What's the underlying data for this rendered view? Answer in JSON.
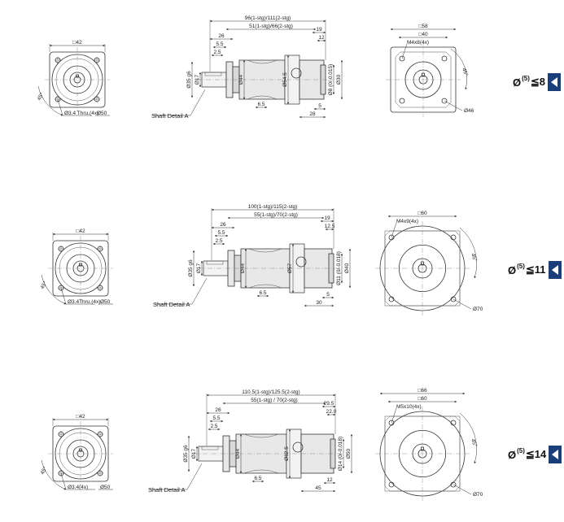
{
  "rows": [
    {
      "flange_sq": "□42",
      "hole_dia": "Ø3.4 Thru.(4x)",
      "bcd": "Ø50",
      "angle45": "45°",
      "len_total": "96(1-stg)/111(2-stg)",
      "len_body": "51(1-stg)/66(2-stg)",
      "d26": "26",
      "d55": "5.5",
      "d25": "2.5",
      "d44": "Ø44",
      "d_out": "Ø54.5",
      "d19": "19",
      "d12": "12",
      "d_pilot": "Ø8 (0/-0.015)",
      "d_bore": "Ø30",
      "d_shaft": "Ø35 g6",
      "d17": "Ø17",
      "d65": "6.5",
      "d5": "5",
      "d_end": "28",
      "shaft_detail": "Shaft Detail A",
      "out_sq_outer": "□58",
      "out_sq_inner": "□40",
      "out_tap": "M4x8(4x)",
      "out_angle": "45°",
      "out_bcd": "Ø46",
      "mark_label": "Ø",
      "mark_sup": "(5)",
      "mark_value": "≦8"
    },
    {
      "flange_sq": "□42",
      "hole_dia": "Ø3.4Thru.(4x)",
      "bcd": "Ø50",
      "angle45": "45°",
      "len_total": "100(1-stg)/115(2-stg)",
      "len_body": "55(1-stg)/70(2-stg)",
      "d26": "26",
      "d55": "5.5",
      "d25": "2.5",
      "d44": "Ø44",
      "d_out": "Ø57",
      "d19": "19",
      "d12": "12.5",
      "d_pilot": "Ø11 (0/-0.018)",
      "d_bore": "Ø40",
      "d_shaft": "Ø35 g6",
      "d17": "Ø17",
      "d65": "6.5",
      "d5": "5",
      "d_end": "30",
      "shaft_detail": "Shaft Detail A",
      "out_sq_outer": "",
      "out_sq_inner": "□60",
      "out_tap": "M4x9(4x)",
      "out_angle": "45°",
      "out_bcd": "Ø70",
      "mark_label": "Ø",
      "mark_sup": "(5)",
      "mark_value": "≦11"
    },
    {
      "flange_sq": "□42",
      "hole_dia": "Ø3.4(4x)",
      "bcd": "Ø50",
      "angle45": "45°",
      "len_total": "110.5(1-stg)/125.5(2-stg)",
      "len_body": "55(1-stg) / 70(2-stg)",
      "d26": "26",
      "d55": "5.5",
      "d25": "2.5",
      "d44": "Ø44",
      "d_out": "Ø62.5",
      "d19": "29.5",
      "d12": "22.0",
      "d_pilot": "Ø14 (0/-0.018)",
      "d_bore": "Ø50",
      "d_shaft": "Ø35 g6",
      "d17": "Ø17",
      "d65": "6.5",
      "d5": "12",
      "d_end": "45",
      "shaft_detail": "Shaft Detail A",
      "out_sq_outer": "□66",
      "out_sq_inner": "□60",
      "out_tap": "M5x10(4x)",
      "out_angle": "45°",
      "out_bcd": "Ø70",
      "mark_label": "Ø",
      "mark_sup": "(5)",
      "mark_value": "≦14"
    }
  ]
}
